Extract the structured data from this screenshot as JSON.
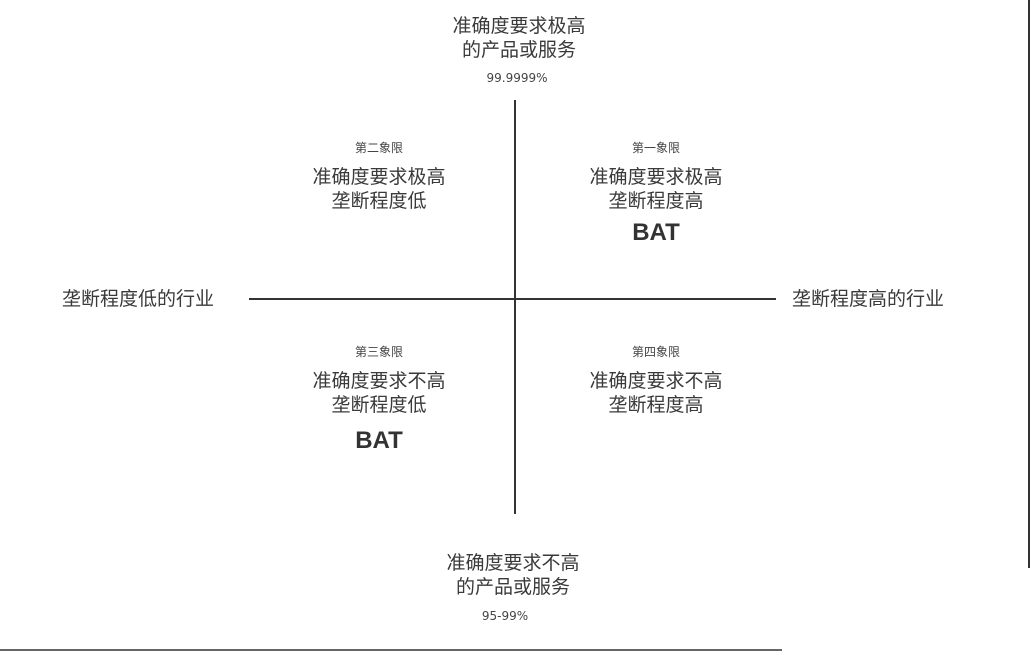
{
  "top": {
    "line1": "准确度要求极高",
    "line2": "的产品或服务",
    "range": "99.9999%"
  },
  "bottom": {
    "line1": "准确度要求不高",
    "line2": "的产品或服务",
    "range": "95-99%"
  },
  "left_label": "垄断程度低的行业",
  "right_label": "垄断程度高的行业",
  "quadrants": [
    {
      "title": "第一象限",
      "line1": "准确度要求极高",
      "line2": "垄断程度高",
      "tag": "BAT"
    },
    {
      "title": "第二象限",
      "line1": "准确度要求极高",
      "line2": "垄断程度低",
      "tag": ""
    },
    {
      "title": "第三象限",
      "line1": "准确度要求不高",
      "line2": "垄断程度低",
      "tag": "BAT"
    },
    {
      "title": "第四象限",
      "line1": "准确度要求不高",
      "line2": "垄断程度高",
      "tag": ""
    }
  ]
}
